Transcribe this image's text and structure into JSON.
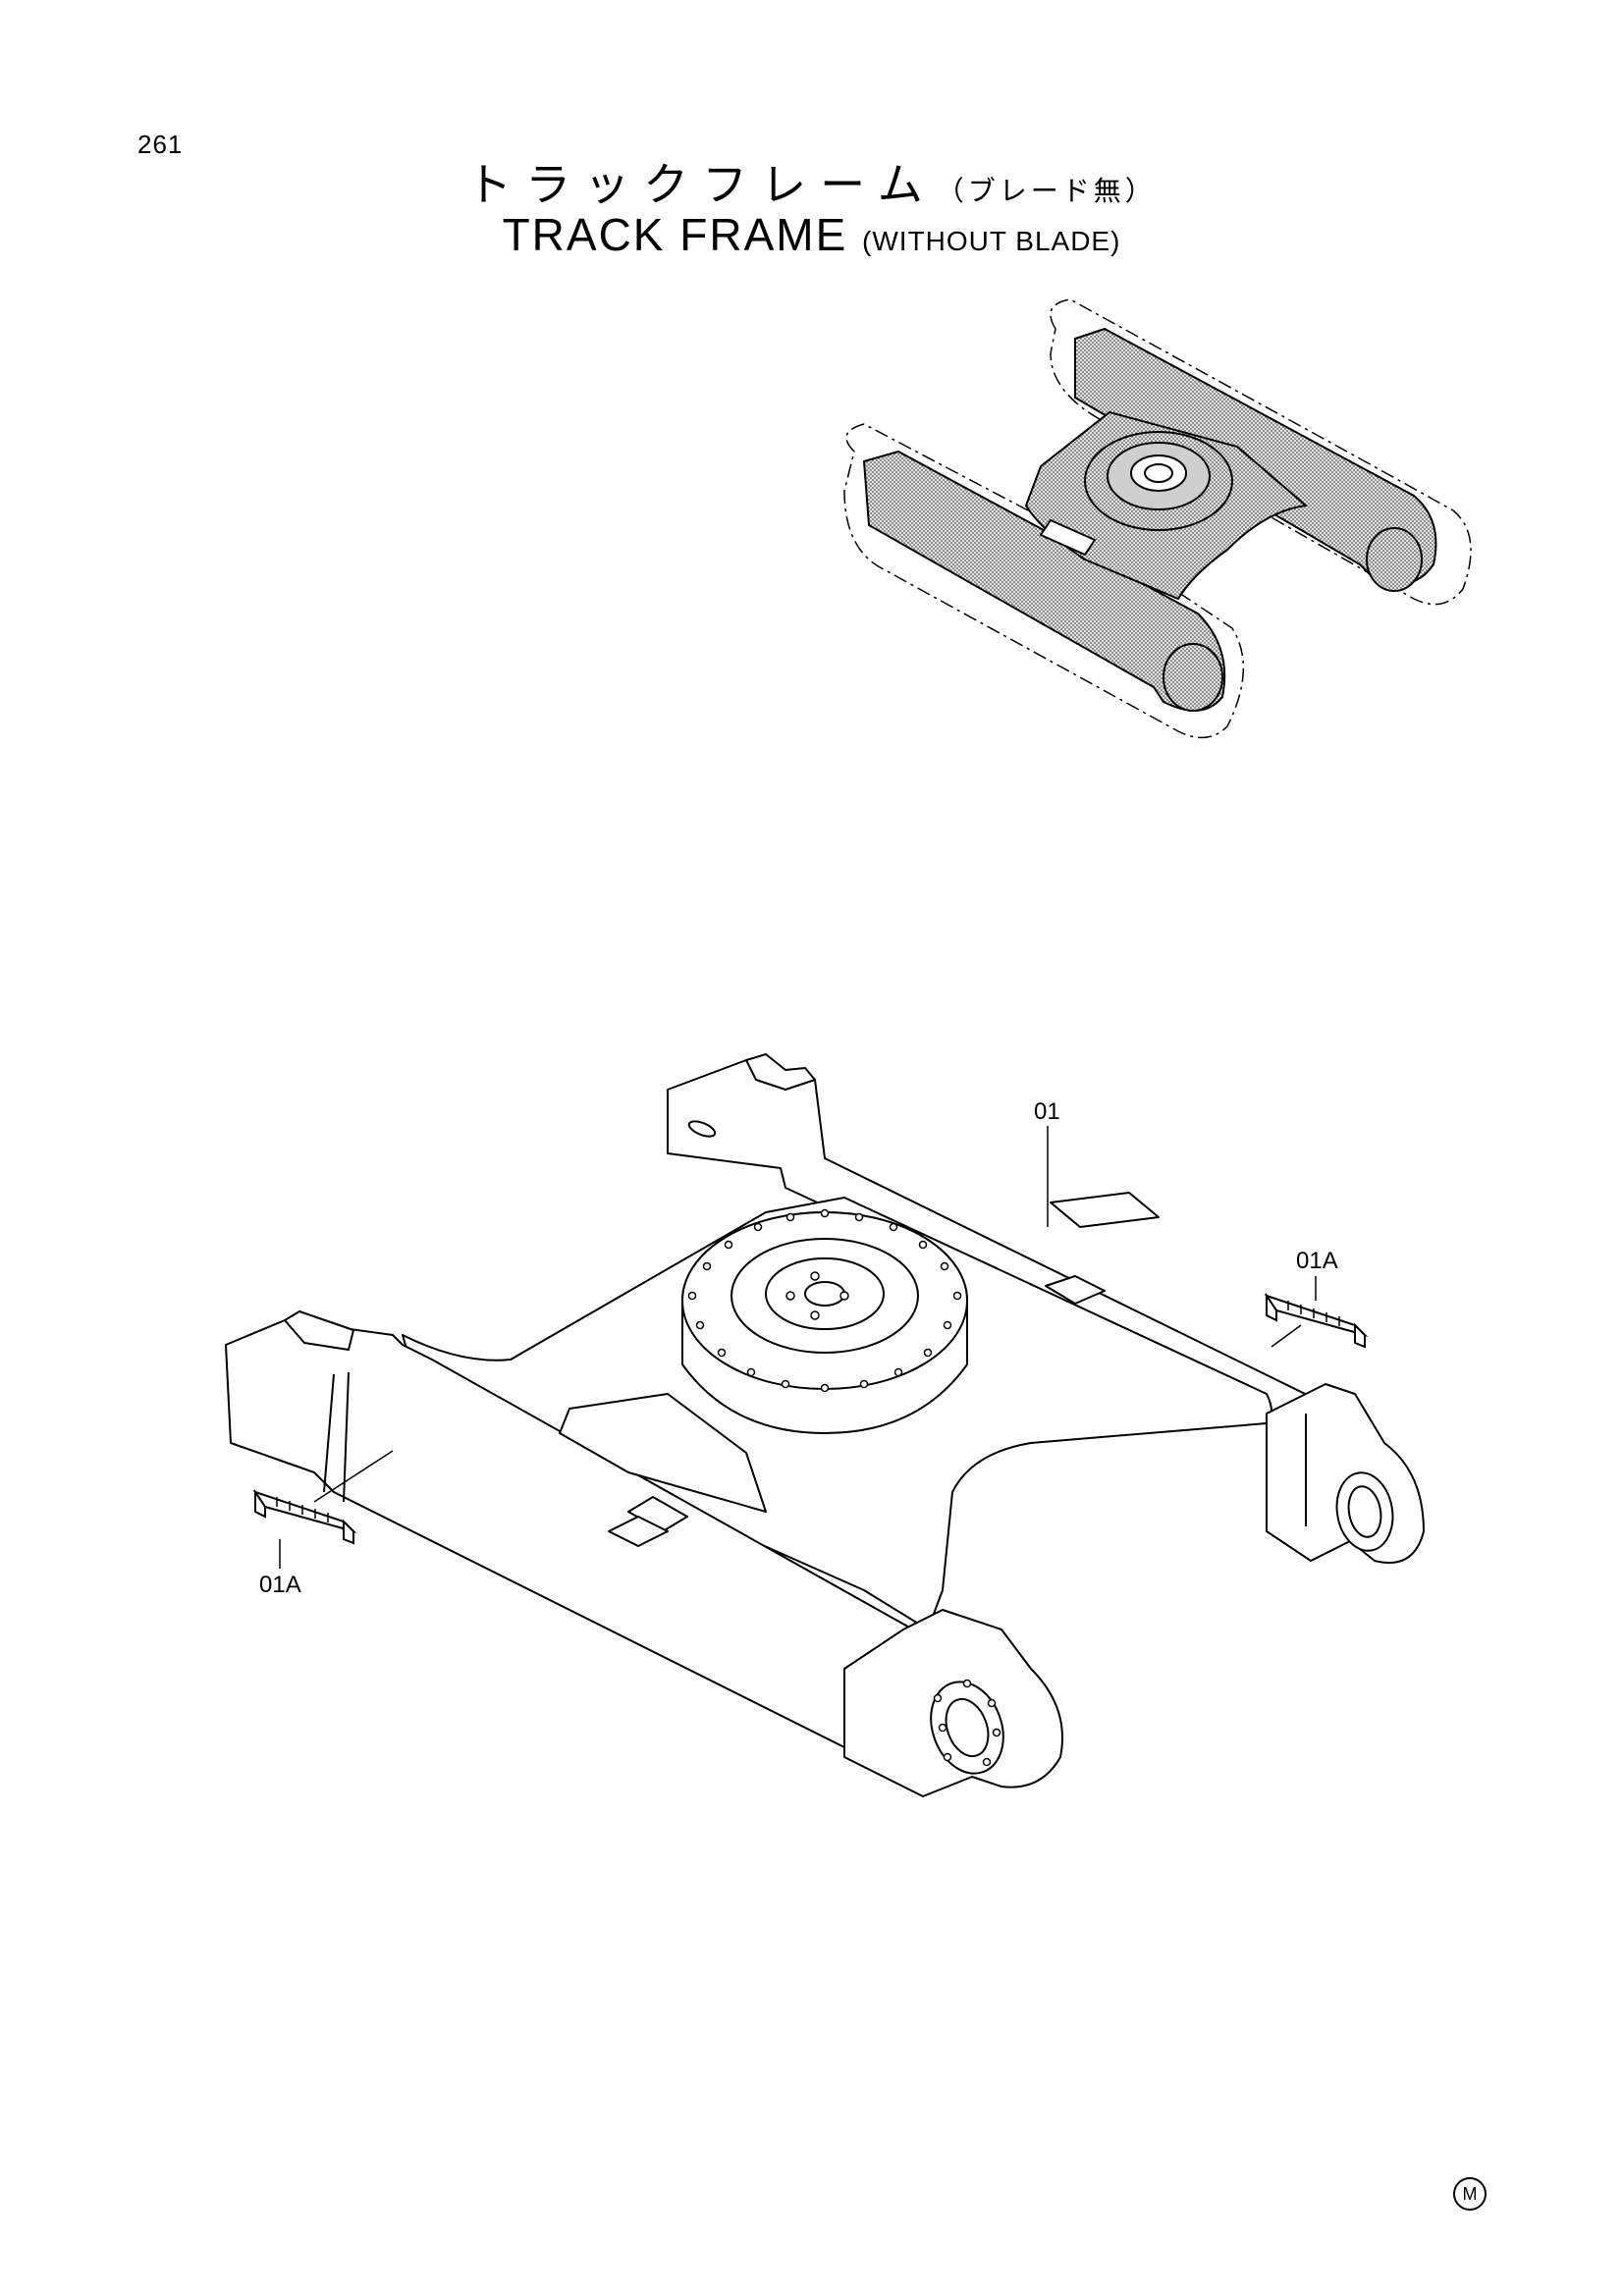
{
  "page_number": "261",
  "title_jp": {
    "main": "トラックフレーム",
    "sub": "（ブレード無）"
  },
  "title_en": {
    "main": "TRACK FRAME",
    "sub": "(WITHOUT BLADE)"
  },
  "callouts": {
    "frame": "01",
    "cover_right": "01A",
    "cover_left": "01A"
  },
  "corner_mark": "M",
  "colors": {
    "ink": "#000000",
    "shade": "#bcbcbc",
    "paper": "#ffffff"
  }
}
